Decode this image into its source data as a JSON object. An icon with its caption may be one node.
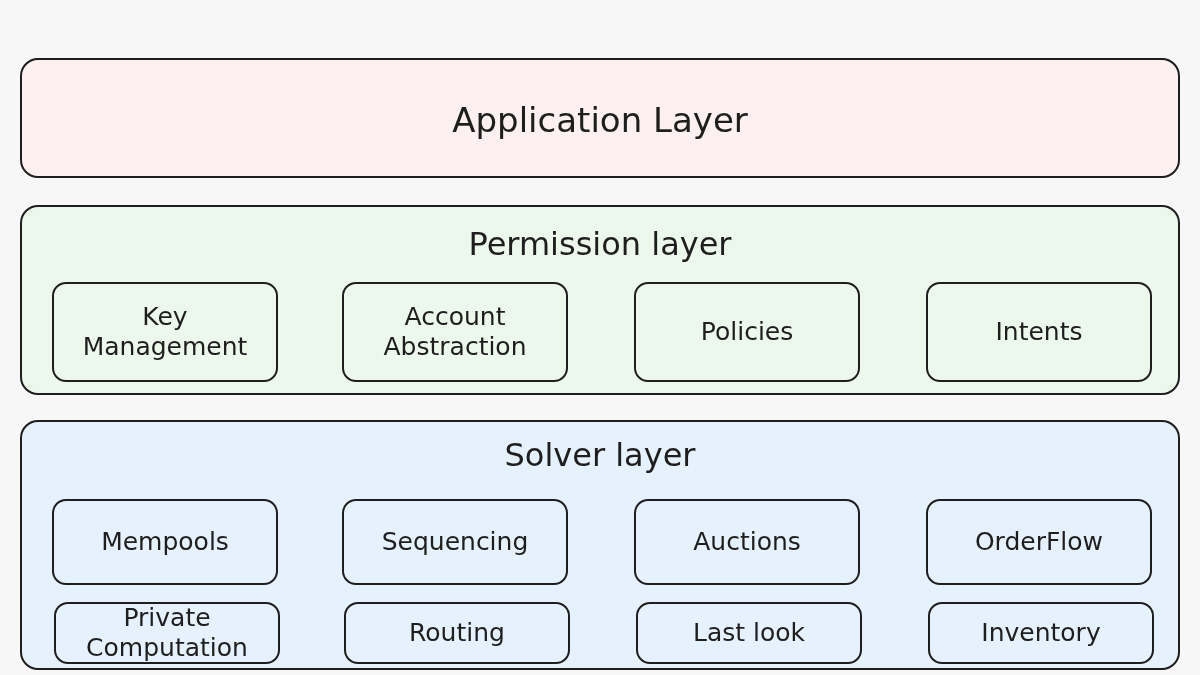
{
  "diagram": {
    "nodes": [
      {
        "text": [
          "Application Layer"
        ]
      },
      {
        "text": [
          "Permission layer"
        ]
      },
      {
        "text": [
          "Key Management"
        ],
        "in": 1
      },
      {
        "text": [
          "Account Abstraction"
        ],
        "in": 1
      },
      {
        "text": [
          "Policies"
        ],
        "in": 1
      },
      {
        "text": [
          "Intents"
        ],
        "in": 1
      },
      {
        "text": [
          "Solver layer"
        ]
      },
      {
        "text": [
          "Mempools"
        ],
        "in": 6
      },
      {
        "text": [
          "Sequencing"
        ],
        "in": 6
      },
      {
        "text": [
          "Auctions"
        ],
        "in": 6
      },
      {
        "text": [
          "OrderFlow"
        ],
        "in": 6
      },
      {
        "text": [
          "Private Computation"
        ],
        "in": 6
      },
      {
        "text": [
          "Routing"
        ],
        "in": 6
      },
      {
        "text": [
          "Last look"
        ],
        "in": 6
      },
      {
        "text": [
          "Inventory"
        ],
        "in": 6
      }
    ]
  }
}
